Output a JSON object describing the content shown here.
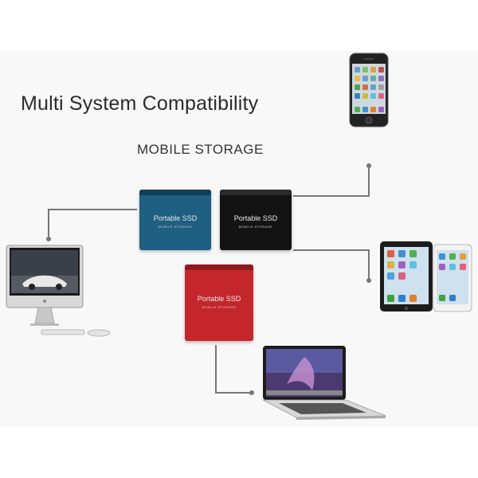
{
  "title": "Multi System Compatibility",
  "subtitle": "MOBILE STORAGE",
  "drives": [
    {
      "label": "Portable SSD",
      "sub": "MOBILE STORAGE",
      "color": "#1e5f82",
      "cap": "#123e57"
    },
    {
      "label": "Portable SSD",
      "sub": "MOBILE STORAGE",
      "color": "#131313",
      "cap": "#2a2a2a"
    },
    {
      "label": "Portable SSD",
      "sub": "MOBILE STORAGE",
      "color": "#c4262c",
      "cap": "#8e1a1e"
    }
  ],
  "devices": {
    "desktop": "imac-icon",
    "phone": "smartphone-icon",
    "tablet": "tablet-icon",
    "laptop": "laptop-icon"
  },
  "colors": {
    "background": "#f8f8f8",
    "connector": "#777777",
    "title_text": "#2b2b2b"
  }
}
